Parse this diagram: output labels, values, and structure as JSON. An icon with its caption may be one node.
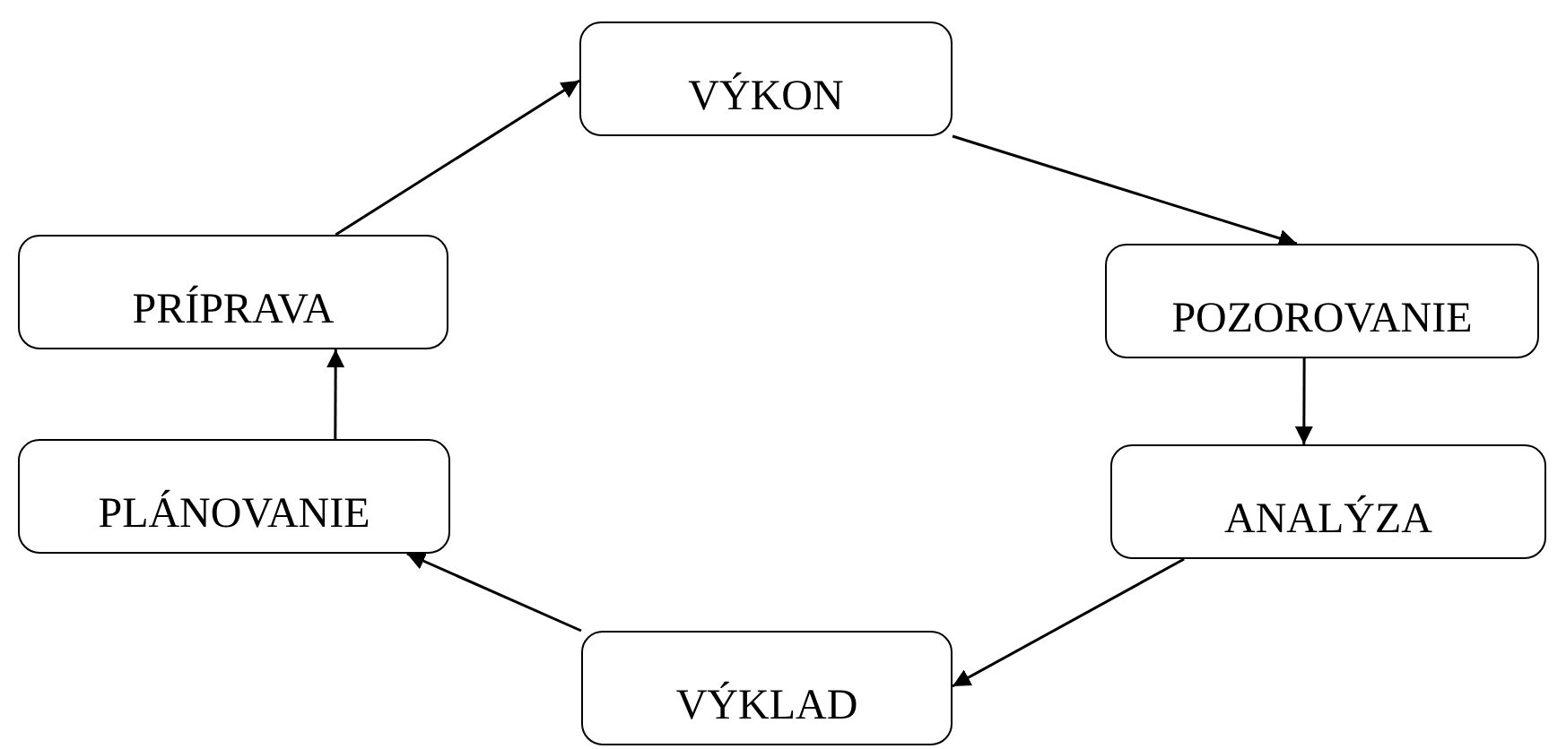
{
  "diagram": {
    "nodes": [
      {
        "text": [
          "VÝKON"
        ]
      },
      {
        "text": [
          "POZOROVANIE"
        ]
      },
      {
        "text": [
          "ANALÝZA"
        ]
      },
      {
        "text": [
          "VÝKLAD"
        ]
      },
      {
        "text": [
          "PLÁNOVANIE"
        ]
      },
      {
        "text": [
          "PRÍPRAVA"
        ]
      }
    ],
    "edges": [
      {
        "from": 0,
        "to": 1,
        "arrow": "to"
      },
      {
        "from": 1,
        "to": 2,
        "arrow": "to"
      },
      {
        "from": 2,
        "to": 3,
        "arrow": "to"
      },
      {
        "from": 3,
        "to": 4,
        "arrow": "to"
      },
      {
        "from": 4,
        "to": 5,
        "arrow": "to"
      },
      {
        "from": 5,
        "to": 0,
        "arrow": "to"
      }
    ]
  }
}
